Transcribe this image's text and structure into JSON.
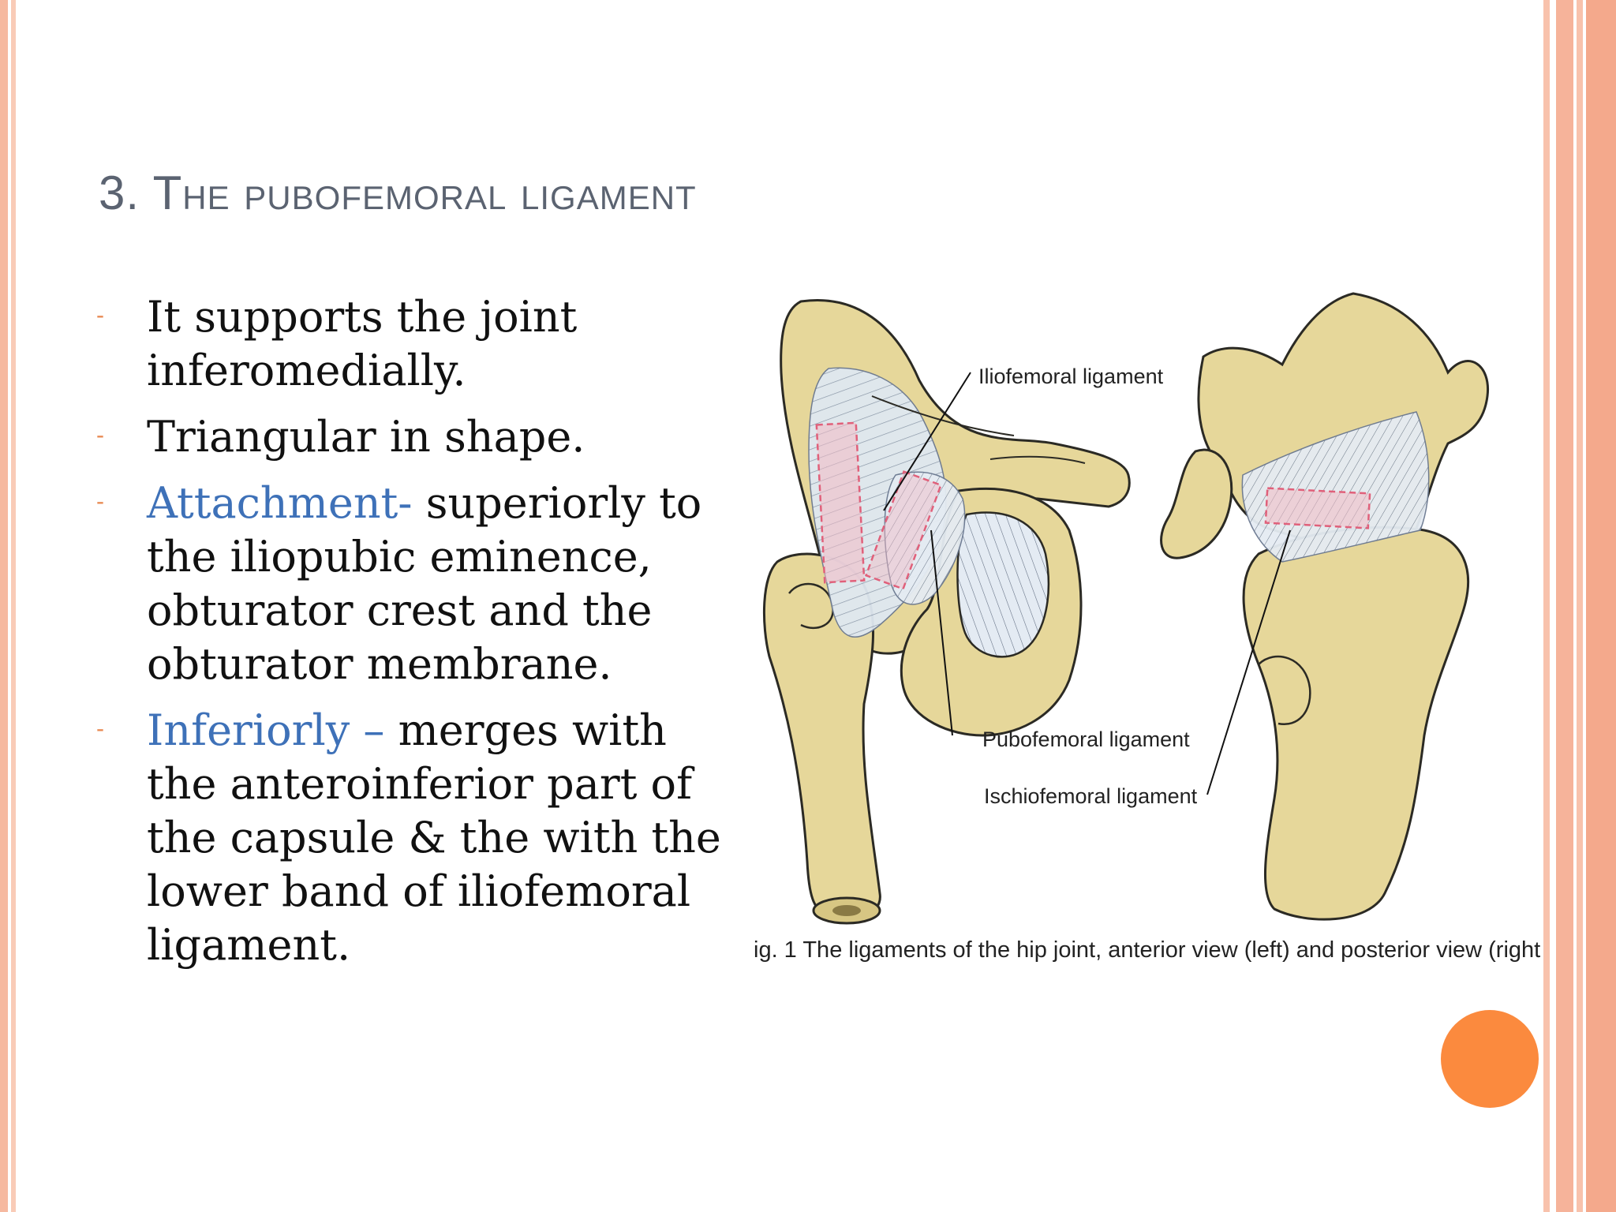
{
  "slide": {
    "title": "3. The pubofemoral ligament",
    "bullets": [
      {
        "marker": "-",
        "highlight": "",
        "text": "It supports the joint inferomedially."
      },
      {
        "marker": "-",
        "highlight": "",
        "text": "Triangular in shape."
      },
      {
        "marker": "-",
        "highlight": "Attachment-",
        "text": " superiorly to the iliopubic eminence, obturator crest and the obturator membrane."
      },
      {
        "marker": "-",
        "highlight": "Inferiorly –",
        "text": " merges with the anteroinferior part of the capsule & the with the lower band of iliofemoral ligament."
      }
    ]
  },
  "figure": {
    "labels": {
      "iliofemoral": "Iliofemoral ligament",
      "pubofemoral": "Pubofemoral ligament",
      "ischiofemoral": "Ischiofemoral ligament"
    },
    "caption": "ig. 1  The ligaments of the hip joint, anterior view (left) and posterior view (right"
  },
  "colors": {
    "title": "#5b6371",
    "bullet_marker": "#e88a52",
    "highlight": "#3e71b8",
    "bone": "#e6d79a",
    "ligament": "#dde6ef",
    "ligament_box": "#e0607a",
    "accent_dot": "#fb8a3e"
  },
  "icons": [
    "bullet-dash-icon",
    "orange-dot-decoration"
  ]
}
